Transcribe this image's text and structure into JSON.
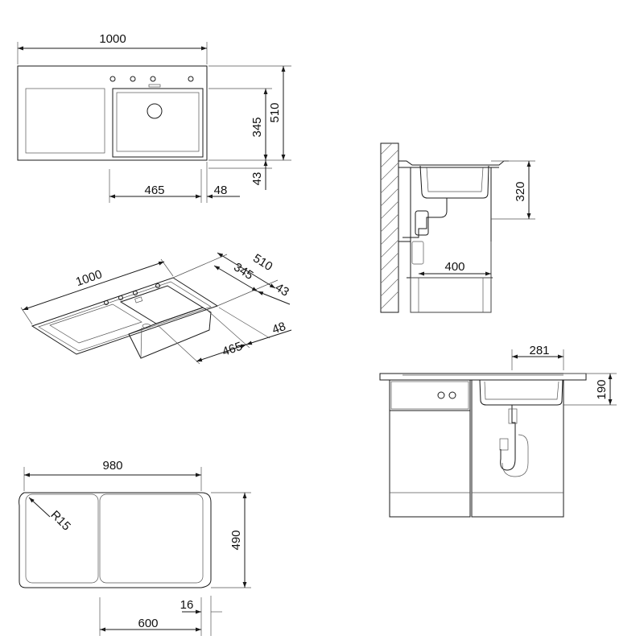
{
  "top_view": {
    "overall_width": "1000",
    "overall_depth": "510",
    "bowl_depth": "345",
    "front_offset": "43",
    "bowl_width": "465",
    "side_offset": "48"
  },
  "iso_view": {
    "width": "1000",
    "depth": "510",
    "bowl_depth": "345",
    "front_offset": "43",
    "bowl_width": "465",
    "side_offset": "48"
  },
  "cutout_view": {
    "width": "980",
    "height": "490",
    "radius": "R15",
    "split": "600",
    "edge": "16"
  },
  "side_section": {
    "bowl_depth": "320",
    "drain_distance": "400"
  },
  "front_section": {
    "bowl_width": "281",
    "height": "190"
  }
}
